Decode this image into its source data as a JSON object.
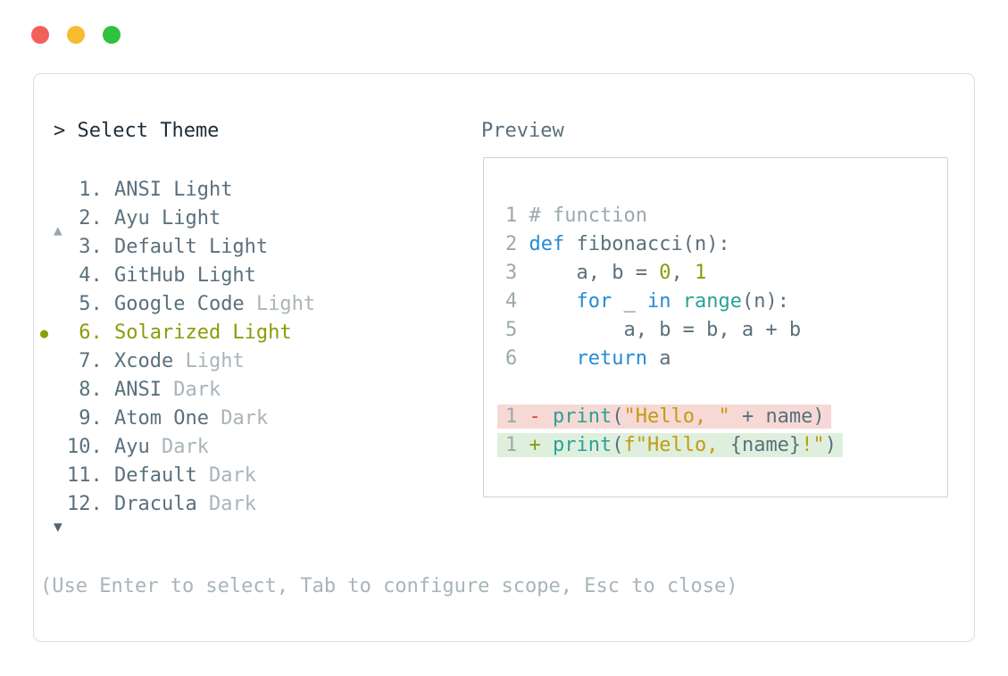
{
  "window": {
    "controls": [
      {
        "name": "close",
        "color": "#f3605a"
      },
      {
        "name": "minimize",
        "color": "#f6bb2e"
      },
      {
        "name": "zoom",
        "color": "#30c13e"
      }
    ]
  },
  "palette": {
    "title": "#1f2d36",
    "fg": "#5a707d",
    "dim": "#a9b4ba",
    "comment": "#9ba8af",
    "linenum": "#9ba8af",
    "kw": "#268bd2",
    "fn": "#2aa198",
    "numlit": "#8c9b07",
    "str": "#c49a12",
    "del": "#dc4540",
    "ins": "#8c9b07",
    "selected": "#8c9b07",
    "removedBg": "#f6d9d5",
    "addedBg": "#def0dd",
    "panelBorder": "#d9dddd",
    "boxBorder": "#ccd2d4",
    "arrowDim": "#97a5ad",
    "arrowActive": "#53656f"
  },
  "selector": {
    "title": "> Select Theme",
    "scroll_up_indicator": "▲",
    "scroll_down_indicator": "▼",
    "selected_indicator": "●",
    "items": [
      {
        "num": " 1.",
        "name": "ANSI Light",
        "dim": "",
        "selected": false
      },
      {
        "num": " 2.",
        "name": "Ayu Light",
        "dim": "",
        "selected": false
      },
      {
        "num": " 3.",
        "name": "Default Light",
        "dim": "",
        "selected": false
      },
      {
        "num": " 4.",
        "name": "GitHub Light",
        "dim": "",
        "selected": false
      },
      {
        "num": " 5.",
        "name": "Google Code ",
        "dim": "Light",
        "selected": false
      },
      {
        "num": " 6.",
        "name": "Solarized Light",
        "dim": "",
        "selected": true
      },
      {
        "num": " 7.",
        "name": "Xcode ",
        "dim": "Light",
        "selected": false
      },
      {
        "num": " 8.",
        "name": "ANSI ",
        "dim": "Dark",
        "selected": false
      },
      {
        "num": " 9.",
        "name": "Atom One ",
        "dim": "Dark",
        "selected": false
      },
      {
        "num": "10.",
        "name": "Ayu ",
        "dim": "Dark",
        "selected": false
      },
      {
        "num": "11.",
        "name": "Default ",
        "dim": "Dark",
        "selected": false
      },
      {
        "num": "12.",
        "name": "Dracula ",
        "dim": "Dark",
        "selected": false
      }
    ],
    "help": "(Use Enter to select, Tab to configure scope, Esc to close)"
  },
  "preview": {
    "label": "Preview",
    "code_lines": [
      {
        "num": "1",
        "tokens": [
          {
            "t": "# function",
            "c": "comment"
          }
        ]
      },
      {
        "num": "2",
        "tokens": [
          {
            "t": "def",
            "c": "kw"
          },
          {
            "t": " fibonacci(n):",
            "c": "fg"
          }
        ]
      },
      {
        "num": "3",
        "tokens": [
          {
            "t": "    a, b = ",
            "c": "fg"
          },
          {
            "t": "0",
            "c": "num"
          },
          {
            "t": ", ",
            "c": "fg"
          },
          {
            "t": "1",
            "c": "num"
          }
        ]
      },
      {
        "num": "4",
        "tokens": [
          {
            "t": "    ",
            "c": "fg"
          },
          {
            "t": "for",
            "c": "kw"
          },
          {
            "t": " _ ",
            "c": "fg"
          },
          {
            "t": "in",
            "c": "kw"
          },
          {
            "t": " ",
            "c": "fg"
          },
          {
            "t": "range",
            "c": "fn"
          },
          {
            "t": "(n):",
            "c": "fg"
          }
        ]
      },
      {
        "num": "5",
        "tokens": [
          {
            "t": "        a, b = b, a + b",
            "c": "fg"
          }
        ]
      },
      {
        "num": "6",
        "tokens": [
          {
            "t": "    ",
            "c": "fg"
          },
          {
            "t": "return",
            "c": "kw"
          },
          {
            "t": " a",
            "c": "fg"
          }
        ]
      }
    ],
    "diff_lines": [
      {
        "num": "1",
        "kind": "removed",
        "tokens": [
          {
            "t": "- ",
            "c": "del"
          },
          {
            "t": "print",
            "c": "fn"
          },
          {
            "t": "(",
            "c": "fg"
          },
          {
            "t": "\"Hello, \"",
            "c": "str"
          },
          {
            "t": " + name)",
            "c": "fg"
          }
        ]
      },
      {
        "num": "1",
        "kind": "added",
        "tokens": [
          {
            "t": "+ ",
            "c": "ins"
          },
          {
            "t": "print",
            "c": "fn"
          },
          {
            "t": "(",
            "c": "fg"
          },
          {
            "t": "f\"Hello, ",
            "c": "str"
          },
          {
            "t": "{name}",
            "c": "fg"
          },
          {
            "t": "!\"",
            "c": "str"
          },
          {
            "t": ")",
            "c": "fg"
          }
        ]
      }
    ]
  }
}
